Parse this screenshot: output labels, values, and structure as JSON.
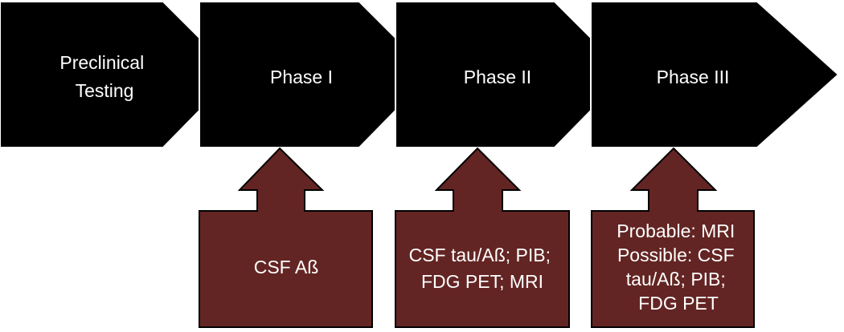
{
  "colors": {
    "stage_fill": "#000000",
    "stage_stroke": "#ffffff",
    "marker_fill": "#632523",
    "marker_stroke": "#000000",
    "text": "#ffffff"
  },
  "stages": [
    {
      "id": "preclinical",
      "lines": [
        "Preclinical",
        "Testing"
      ]
    },
    {
      "id": "phase-1",
      "lines": [
        "Phase I"
      ]
    },
    {
      "id": "phase-2",
      "lines": [
        "Phase II"
      ]
    },
    {
      "id": "phase-3",
      "lines": [
        "Phase III"
      ]
    }
  ],
  "markers": [
    {
      "stage": "phase-1",
      "lines": [
        "CSF Aß"
      ]
    },
    {
      "stage": "phase-2",
      "lines": [
        "CSF tau/Aß; PIB;",
        "FDG PET; MRI"
      ]
    },
    {
      "stage": "phase-3",
      "lines": [
        "Probable: MRI",
        "Possible: CSF",
        "tau/Aß; PIB;",
        "FDG PET"
      ]
    }
  ]
}
